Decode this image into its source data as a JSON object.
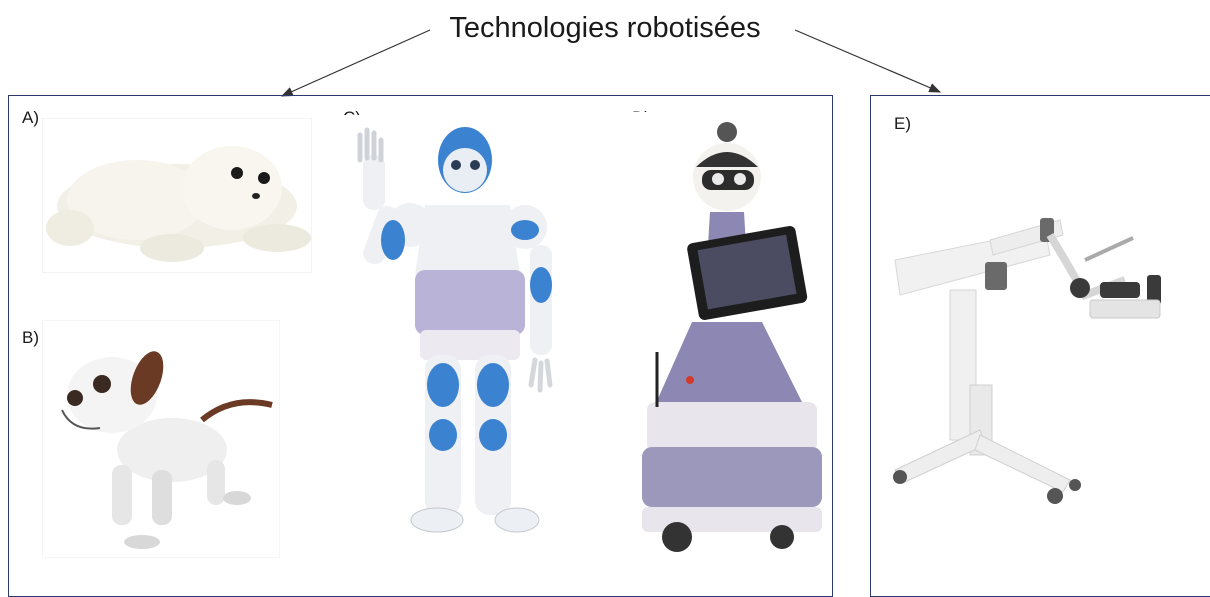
{
  "title": "Technologies robotisées",
  "panels": [
    {
      "label": "A)",
      "subject": "seal-robot"
    },
    {
      "label": "B)",
      "subject": "dog-robot"
    },
    {
      "label": "C)",
      "subject": "humanoid-robot"
    },
    {
      "label": "D)",
      "subject": "telepresence-robot"
    },
    {
      "label": "E)",
      "subject": "robotic-arm-on-stand"
    }
  ],
  "colors": {
    "frame": "#2d3a72",
    "accent_blue": "#3b82d0",
    "robot_purple": "#8d88b3",
    "white_body": "#f2f1ee",
    "brown": "#6b3a24"
  }
}
